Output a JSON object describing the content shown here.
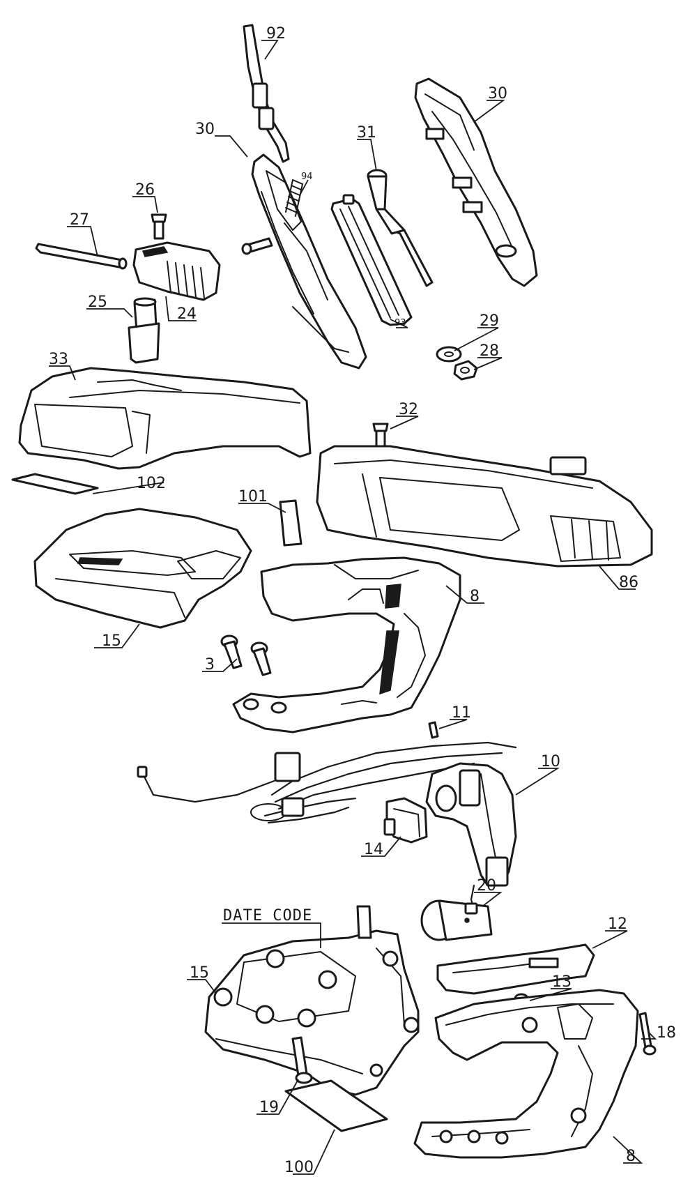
{
  "callouts": {
    "c92": "92",
    "c30a": "30",
    "c30b": "30",
    "c94": "94",
    "c31": "31",
    "c26": "26",
    "c27": "27",
    "c24": "24",
    "c25": "25",
    "c93": "93",
    "c29": "29",
    "c28": "28",
    "c33": "33",
    "c32": "32",
    "c102": "102",
    "c101": "101",
    "c86": "86",
    "c8a": "8",
    "c15a": "15",
    "c3": "3",
    "c11": "11",
    "c10": "10",
    "c14": "14",
    "c20": "20",
    "c12": "12",
    "c15b": "15",
    "c13": "13",
    "c18": "18",
    "c19": "19",
    "c8b": "8",
    "c100": "100"
  },
  "notes": {
    "date_code": "DATE CODE"
  }
}
